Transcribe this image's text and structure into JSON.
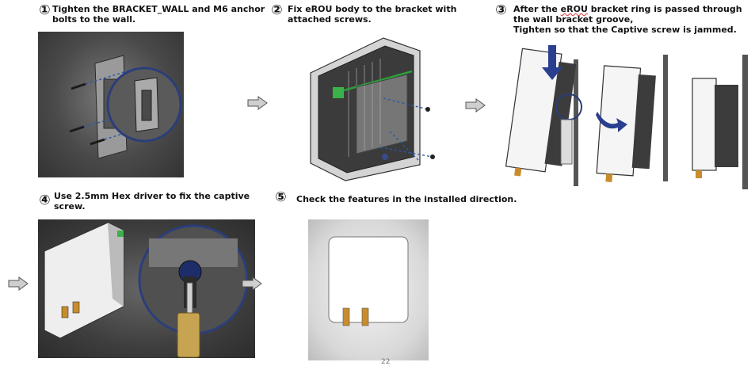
{
  "steps": [
    {
      "number": "①",
      "line1": "Tighten the BRACKET_WALL and M6 anchor",
      "line2": "bolts to the wall."
    },
    {
      "number": "②",
      "line1": "Fix eROU body to the bracket with",
      "line2": "attached screws."
    },
    {
      "number": "③",
      "line1_pre": "After the ",
      "line1_highlight": "eROU",
      "line1_post": " bracket ring is passed through",
      "line2": "the wall bracket groove,",
      "line3": "Tighten so that the Captive screw is jammed."
    },
    {
      "number": "④",
      "line1": "Use 2.5mm Hex driver to fix the captive",
      "line2": "screw."
    },
    {
      "number": "⑤",
      "line1": "Check the features in the installed direction."
    }
  ],
  "page_number": "22",
  "icons": [
    "right-arrow-icon",
    "bracket-image",
    "erou-body-image",
    "hex-driver-image"
  ]
}
